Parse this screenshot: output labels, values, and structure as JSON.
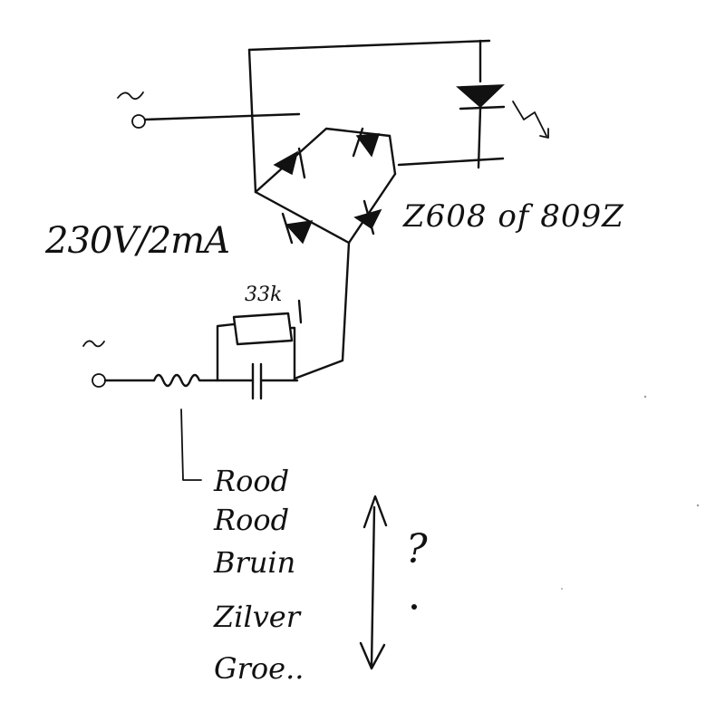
{
  "labels": {
    "supply_voltage": "230V/2mA",
    "diode_type": "Z608 of 809Z",
    "resistor_value": "33k",
    "question_mark": "?"
  },
  "color_bands": [
    "Rood",
    "Rood",
    "Bruin",
    "Zilver",
    "Groe.."
  ],
  "icons": [
    "ac-terminal-icon",
    "led-icon",
    "diode-icon",
    "capacitor-icon",
    "resistor-icon",
    "double-arrow-icon"
  ]
}
